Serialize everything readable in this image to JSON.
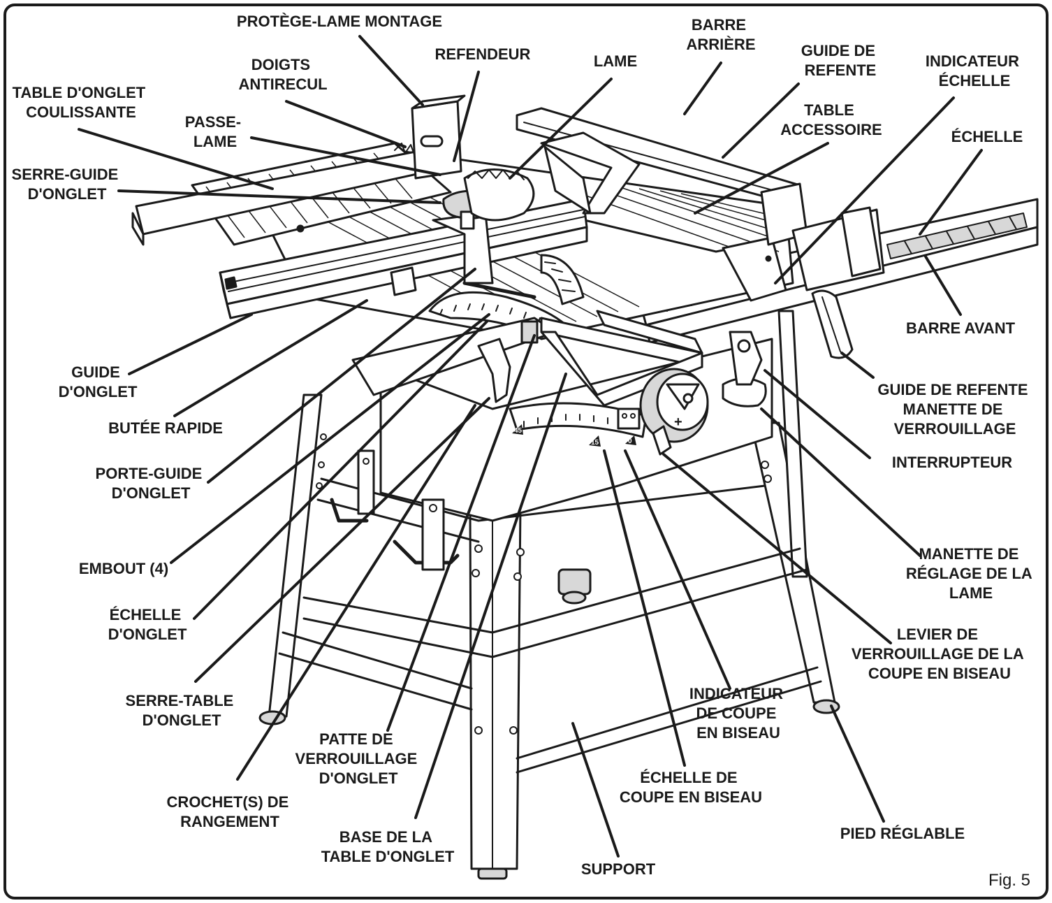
{
  "figure": {
    "caption": "Fig. 5",
    "labels": [
      {
        "id": "protege-lame",
        "lines": [
          "PROTÈGE-LAME MONTAGE"
        ]
      },
      {
        "id": "barre-arriere",
        "lines": [
          "BARRE",
          "ARRIÈRE"
        ]
      },
      {
        "id": "refendeur",
        "lines": [
          "REFENDEUR"
        ]
      },
      {
        "id": "lame",
        "lines": [
          "LAME"
        ]
      },
      {
        "id": "guide-refente-top",
        "lines": [
          "GUIDE DE",
          "REFENTE"
        ]
      },
      {
        "id": "indicateur-echelle",
        "lines": [
          "INDICATEUR",
          "ÉCHELLE"
        ]
      },
      {
        "id": "doigts-antirecul",
        "lines": [
          "DOIGTS",
          "ANTIRECUL"
        ]
      },
      {
        "id": "table-onglet-coulissante",
        "lines": [
          "TABLE D'ONGLET",
          "COULISSANTE"
        ]
      },
      {
        "id": "table-accessoire",
        "lines": [
          "TABLE",
          "ACCESSOIRE"
        ]
      },
      {
        "id": "echelle-right",
        "lines": [
          "ÉCHELLE"
        ]
      },
      {
        "id": "passe-lame",
        "lines": [
          "PASSE-",
          "LAME"
        ]
      },
      {
        "id": "serre-guide-onglet",
        "lines": [
          "SERRE-GUIDE",
          "D'ONGLET"
        ]
      },
      {
        "id": "barre-avant",
        "lines": [
          "BARRE AVANT"
        ]
      },
      {
        "id": "guide-onglet",
        "lines": [
          "GUIDE",
          "D'ONGLET"
        ]
      },
      {
        "id": "guide-refente-manette",
        "lines": [
          "GUIDE DE REFENTE",
          "MANETTE DE",
          "VERROUILLAGE"
        ]
      },
      {
        "id": "butee-rapide",
        "lines": [
          "BUTÉE RAPIDE"
        ]
      },
      {
        "id": "interrupteur",
        "lines": [
          "INTERRUPTEUR"
        ]
      },
      {
        "id": "porte-guide-onglet",
        "lines": [
          "PORTE-GUIDE",
          "D'ONGLET"
        ]
      },
      {
        "id": "manette-reglage-lame",
        "lines": [
          "MANETTE DE",
          "RÉGLAGE DE LA",
          "LAME"
        ]
      },
      {
        "id": "embout",
        "lines": [
          "EMBOUT (4)"
        ]
      },
      {
        "id": "echelle-onglet",
        "lines": [
          "ÉCHELLE",
          "D'ONGLET"
        ]
      },
      {
        "id": "levier-verrouillage-biseau",
        "lines": [
          "LEVIER DE",
          "VERROUILLAGE DE LA",
          "COUPE EN BISEAU"
        ]
      },
      {
        "id": "indicateur-coupe-biseau",
        "lines": [
          "INDICATEUR",
          "DE COUPE",
          "EN BISEAU"
        ]
      },
      {
        "id": "serre-table-onglet",
        "lines": [
          "SERRE-TABLE",
          "D'ONGLET"
        ]
      },
      {
        "id": "patte-verrouillage-onglet",
        "lines": [
          "PATTE DE",
          "VERROUILLAGE",
          "D'ONGLET"
        ]
      },
      {
        "id": "echelle-coupe-biseau",
        "lines": [
          "ÉCHELLE DE",
          "COUPE EN BISEAU"
        ]
      },
      {
        "id": "crochets-rangement",
        "lines": [
          "CROCHET(S) DE",
          "RANGEMENT"
        ]
      },
      {
        "id": "pied-reglable",
        "lines": [
          "PIED RÉGLABLE"
        ]
      },
      {
        "id": "base-table-onglet",
        "lines": [
          "BASE DE LA",
          "TABLE D'ONGLET"
        ]
      },
      {
        "id": "support",
        "lines": [
          "SUPPORT"
        ]
      }
    ],
    "dial_marks": [
      "45",
      "15",
      "0"
    ]
  }
}
